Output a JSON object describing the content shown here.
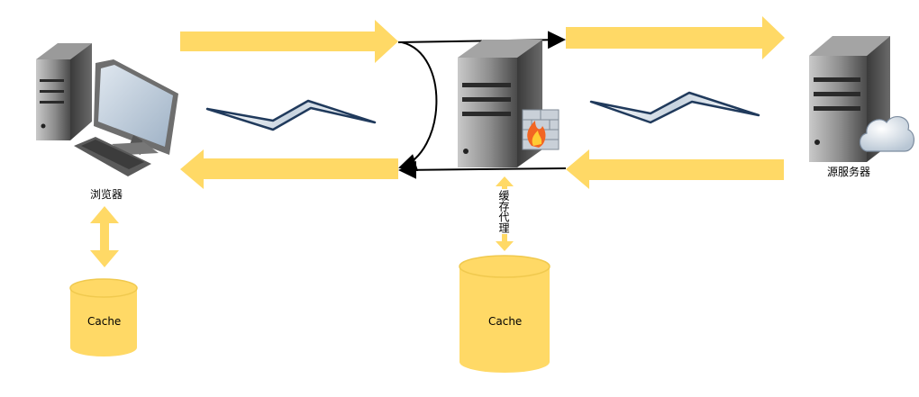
{
  "nodes": {
    "browser": {
      "label": "浏览器"
    },
    "proxy": {
      "label": "缓存代理"
    },
    "origin": {
      "label": "源服务器"
    },
    "browser_cache": {
      "label": "Cache"
    },
    "proxy_cache": {
      "label": "Cache"
    }
  },
  "colors": {
    "arrow_fill": "#ffd966",
    "cylinder_fill": "#ffd966",
    "cylinder_stroke": "#f0c94e",
    "connector": "#000000",
    "bolt_outline": "#203a5c",
    "tower_light": "#8a8a8a",
    "tower_dark": "#3e3e3e"
  },
  "icons": [
    "desktop-computer-icon",
    "proxy-server-firewall-icon",
    "cloud-server-icon",
    "lightning-link-icon"
  ]
}
